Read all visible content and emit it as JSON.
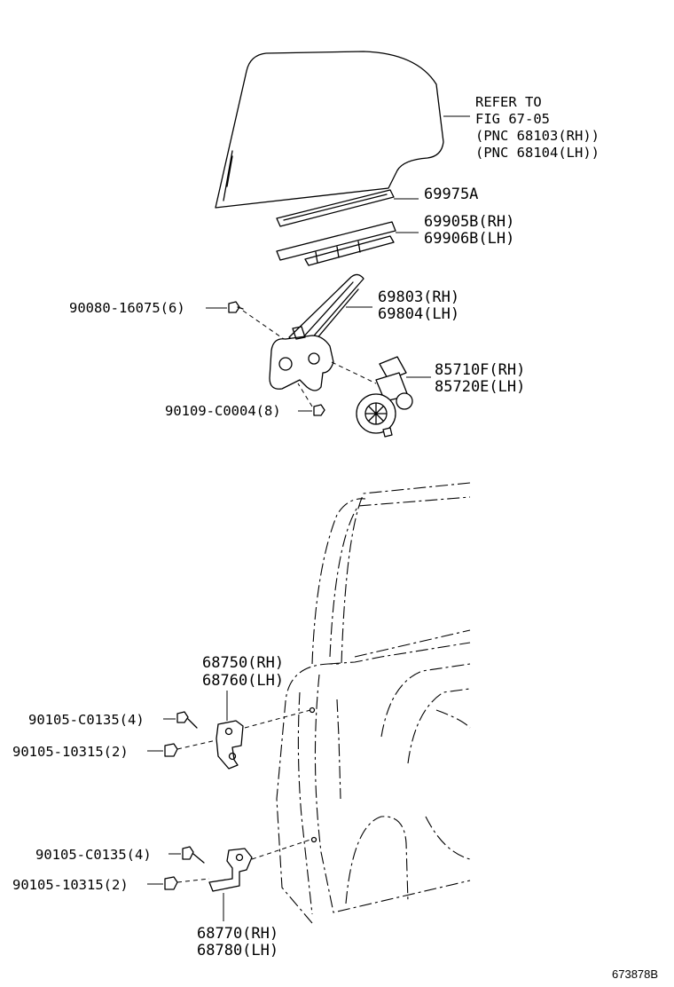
{
  "callouts": {
    "glass_ref": [
      "REFER TO",
      "FIG 67-05",
      "(PNC 68103(RH))",
      "(PNC 68104(LH))"
    ],
    "run_upper": "69975A",
    "run_lower": [
      "69905B(RH)",
      "69906B(LH)"
    ],
    "regulator": [
      "69803(RH)",
      "69804(LH)"
    ],
    "regulator_bolt": "90080-16075(6)",
    "motor": [
      "85710F(RH)",
      "85720E(LH)"
    ],
    "motor_bolt": "90109-C0004(8)",
    "upper_hinge": [
      "68750(RH)",
      "68760(LH)"
    ],
    "upper_hinge_bolt_a": "90105-C0135(4)",
    "upper_hinge_bolt_b": "90105-10315(2)",
    "lower_hinge_bolt_a": "90105-C0135(4)",
    "lower_hinge_bolt_b": "90105-10315(2)",
    "lower_hinge": [
      "68770(RH)",
      "68780(LH)"
    ]
  },
  "figure_id": "673878B"
}
